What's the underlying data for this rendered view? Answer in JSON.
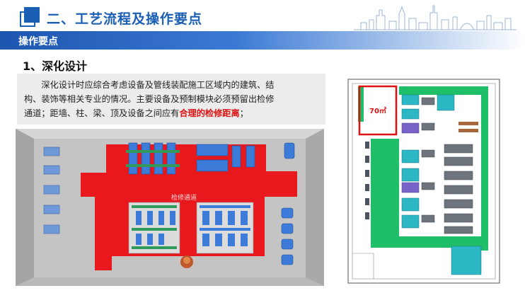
{
  "header": {
    "title": "二、工艺流程及操作要点"
  },
  "banner": {
    "text": "操作要点"
  },
  "section": {
    "title": "1、深化设计"
  },
  "description": {
    "line1": "深化设计时应综合考虑设备及管线装配施工区域内的建筑、结",
    "line2": "构、装饰等相关专业的情况。主要设备及预制模块必须预留出检修",
    "line3_prefix": "通道；距墙、柱、梁、顶及设备之间应有",
    "line3_highlight": "合理的检修距离",
    "line3_suffix": "；"
  },
  "render": {
    "aisle_label": "检修通道"
  },
  "plan": {
    "area_label": "70㎡"
  },
  "colors": {
    "brand_blue": "#1a5fb4",
    "highlight_red": "#e01010",
    "aisle_red": "#e8181c",
    "plan_green": "#1fbf6a",
    "module_teal": "#2bb7c4"
  }
}
